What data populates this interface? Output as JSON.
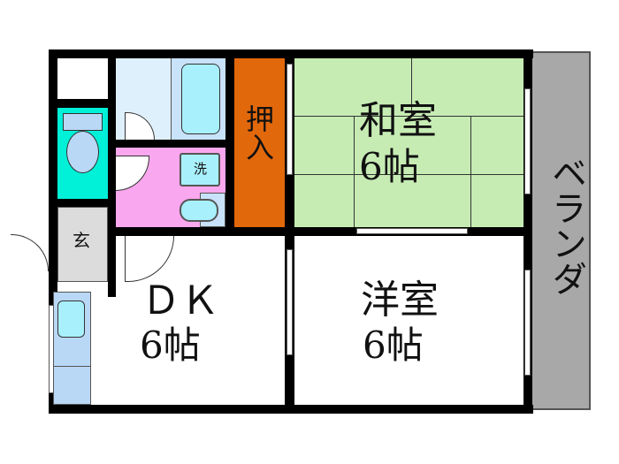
{
  "rooms": {
    "washitsu": {
      "name": "和室",
      "size": "6帖",
      "color": "#c6ecb4"
    },
    "youshitsu": {
      "name": "洋室",
      "size": "6帖"
    },
    "dk": {
      "name": "ＤＫ",
      "size": "6帖"
    },
    "oshiire": {
      "name": "押入",
      "color": "#e2680c"
    },
    "genkan": {
      "name": "玄",
      "color": "#dcdcdc"
    },
    "washroom": {
      "label": "洗",
      "color": "#f9a7ee"
    },
    "toilet": {
      "color": "#00f0d8"
    },
    "balcony": {
      "name": "ベランダ",
      "color": "#a8a8a8"
    }
  }
}
